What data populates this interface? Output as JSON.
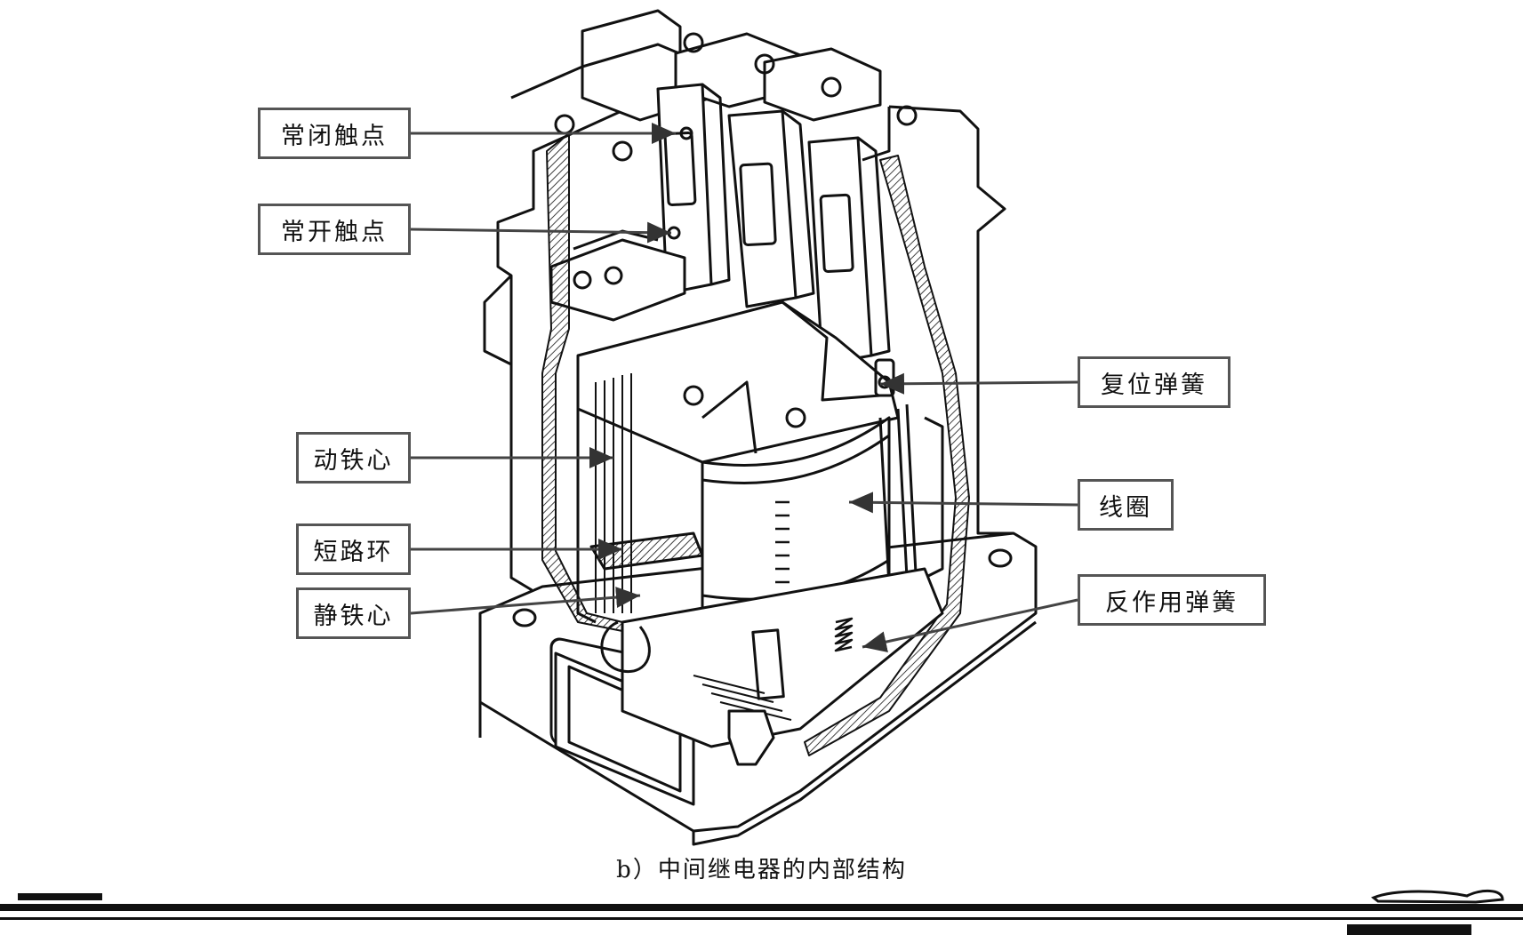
{
  "labels": {
    "normally_closed_contact": "常闭触点",
    "normally_open_contact": "常开触点",
    "movable_core": "动铁心",
    "shading_ring": "短路环",
    "static_core": "静铁心",
    "reset_spring": "复位弹簧",
    "coil": "线圈",
    "reaction_spring": "反作用弹簧"
  },
  "caption": "b）中间继电器的内部结构",
  "colors": {
    "line": "#111111",
    "box_border": "#555555",
    "leader": "#444444"
  }
}
